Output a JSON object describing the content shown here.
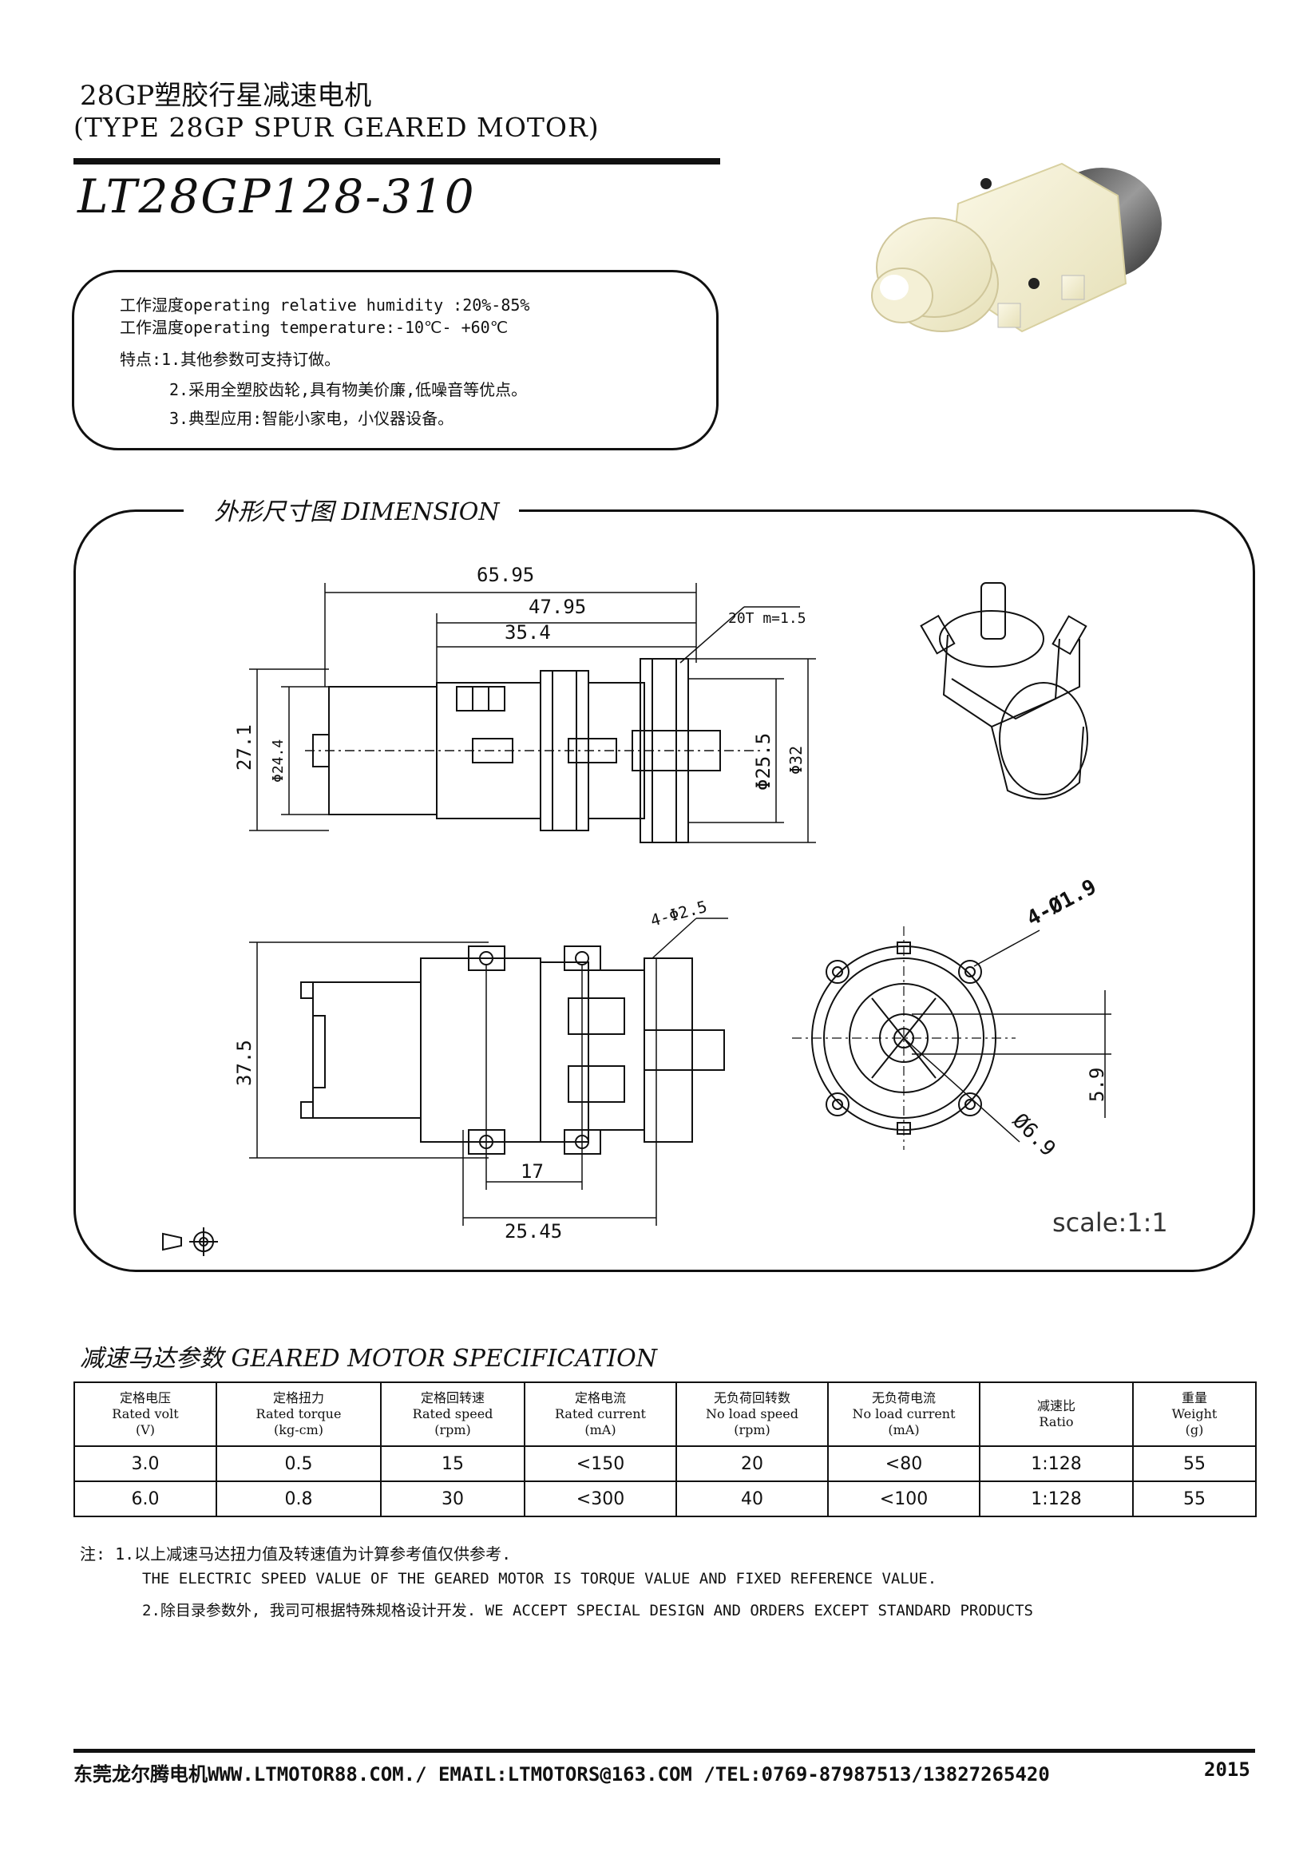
{
  "header": {
    "title_cn": "28GP塑胶行星减速电机",
    "title_en": "(TYPE 28GP SPUR GEARED MOTOR)",
    "model": "LT28GP128-310"
  },
  "info": {
    "humidity": "工作湿度operating relative humidity :20%-85%",
    "temperature": "工作温度operating temperature:-10℃- +60℃",
    "features": [
      "特点:1.其他参数可支持订做。",
      "2.采用全塑胶齿轮,具有物美价廉,低噪音等优点。",
      "3.典型应用:智能小家电，小仪器设备。"
    ]
  },
  "dimension": {
    "title": "外形尺寸图 DIMENSION",
    "scale": "scale:1:1",
    "labels": {
      "d_65_95": "65.95",
      "d_47_95": "47.95",
      "d_35_4": "35.4",
      "gear": "20T m=1.5",
      "d_27_1": "27.1",
      "d_24_4": "Φ24.4",
      "d_25_5": "Φ25.5",
      "d_32": "Φ32",
      "d_37_5": "37.5",
      "holes_2_5": "4-Φ2.5",
      "d_17": "17",
      "d_25_45": "25.45",
      "holes_1_9": "4-Ø1.9",
      "d_6_9": "Ø6.9",
      "d_5_9": "5.9"
    }
  },
  "spec": {
    "title": "减速马达参数 GEARED MOTOR SPECIFICATION",
    "headers": [
      {
        "cn": "定格电压",
        "en": "Rated volt",
        "unit": "(V)"
      },
      {
        "cn": "定格扭力",
        "en": "Rated torque",
        "unit": "(kg-cm)"
      },
      {
        "cn": "定格回转速",
        "en": "Rated speed",
        "unit": "(rpm)"
      },
      {
        "cn": "定格电流",
        "en": "Rated current",
        "unit": "(mA)"
      },
      {
        "cn": "无负荷回转数",
        "en": "No load speed",
        "unit": "(rpm)"
      },
      {
        "cn": "无负荷电流",
        "en": "No load current",
        "unit": "(mA)"
      },
      {
        "cn": "减速比",
        "en": "Ratio",
        "unit": ""
      },
      {
        "cn": "重量",
        "en": "Weight",
        "unit": "(g)"
      }
    ],
    "rows": [
      [
        "3.0",
        "0.5",
        "15",
        "<150",
        "20",
        "<80",
        "1:128",
        "55"
      ],
      [
        "6.0",
        "0.8",
        "30",
        "<300",
        "40",
        "<100",
        "1:128",
        "55"
      ]
    ]
  },
  "notes": {
    "line1": "注: 1.以上减速马达扭力值及转速值为计算参考值仅供参考.",
    "line2": "THE ELECTRIC SPEED VALUE OF THE GEARED MOTOR IS TORQUE VALUE AND FIXED REFERENCE VALUE.",
    "line3": "2.除目录参数外, 我司可根据特殊规格设计开发.  WE ACCEPT SPECIAL DESIGN AND ORDERS EXCEPT STANDARD PRODUCTS"
  },
  "footer": {
    "contact": "东莞龙尔腾电机WWW.LTMOTOR88.COM./ EMAIL:LTMOTORS@163.COM /TEL:0769-87987513/13827265420",
    "year": "2015"
  }
}
